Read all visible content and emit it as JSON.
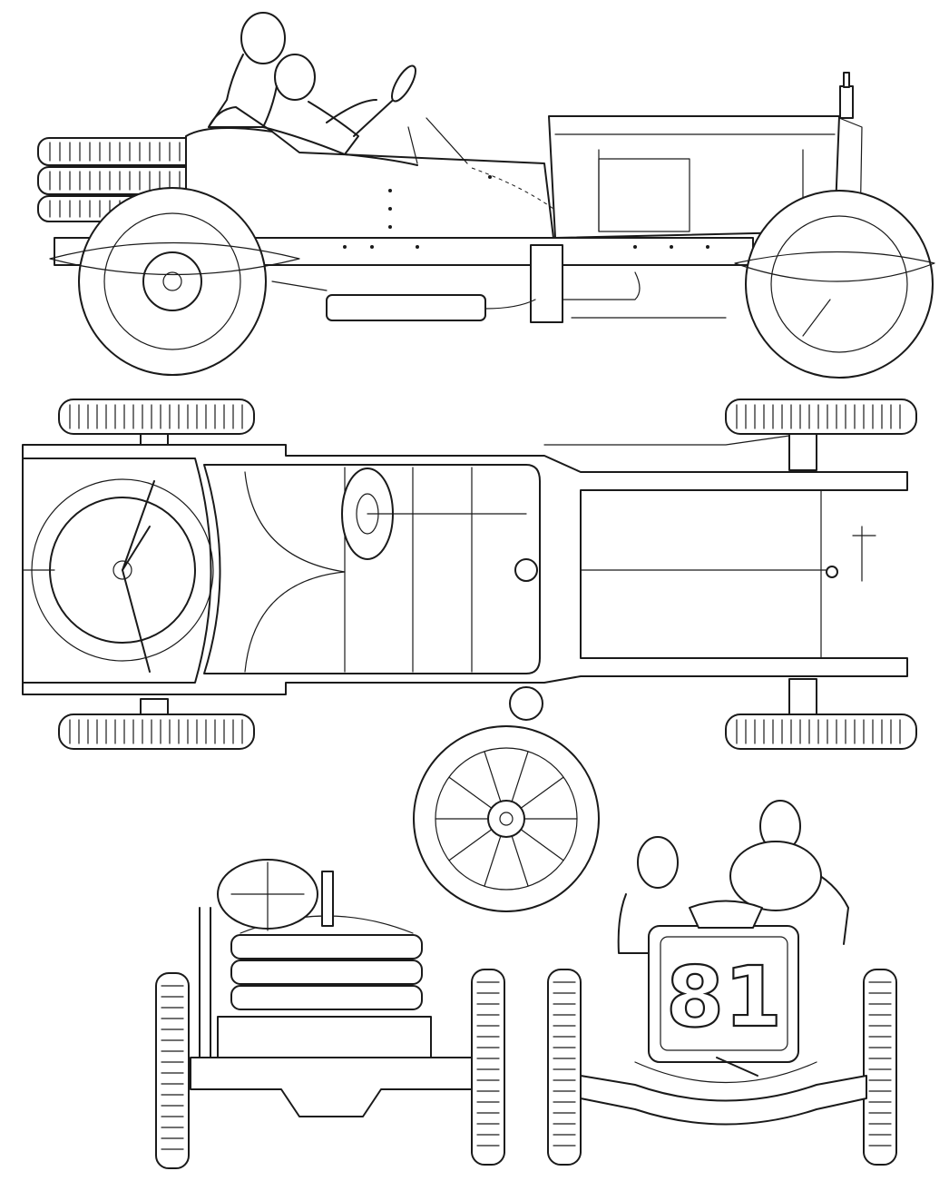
{
  "drawing": {
    "race_number": "81",
    "views": [
      "side-view",
      "top-view",
      "wheel-detail",
      "rear-view",
      "front-view"
    ]
  },
  "colors": {
    "ink": "#1a1a1a",
    "paper": "#ffffff"
  }
}
